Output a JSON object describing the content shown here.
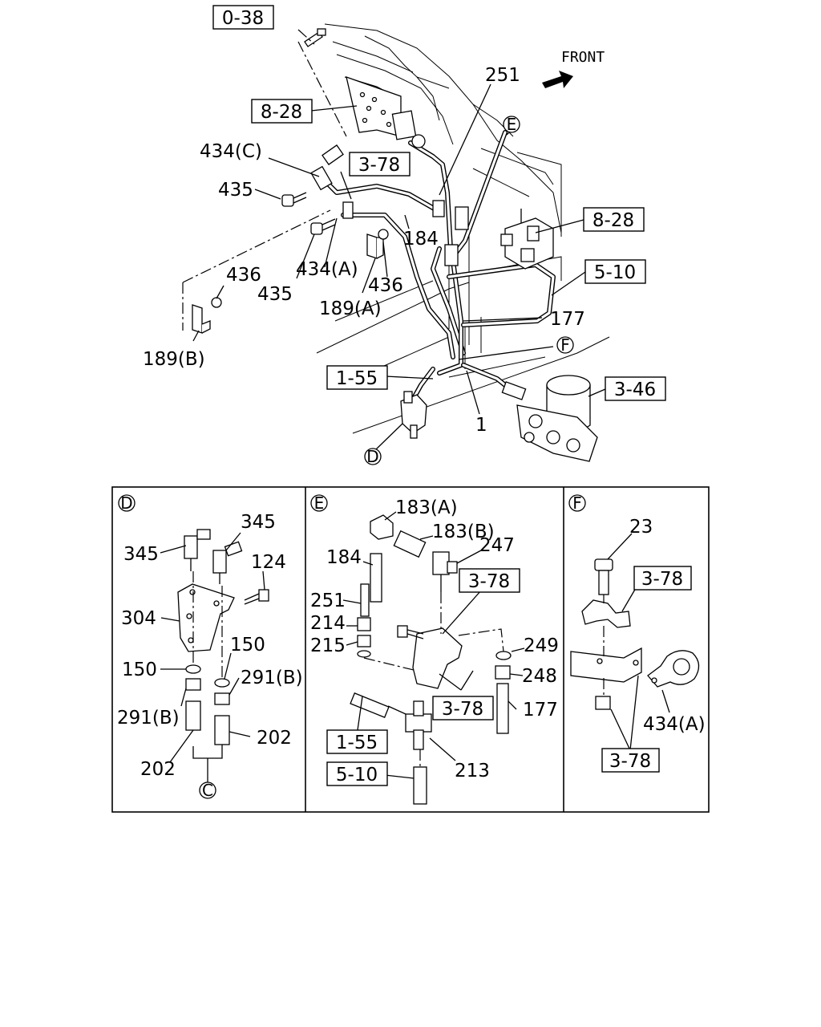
{
  "main": {
    "direction_label": "FRONT",
    "labels": {
      "r_0_38": "0-38",
      "r_8_28_left": "8-28",
      "r_3_78_top": "3-78",
      "r_8_28_right": "8-28",
      "r_5_10": "5-10",
      "r_1_55": "1-55",
      "r_3_46": "3-46",
      "n_251": "251",
      "n_434c": "434(C)",
      "n_435a": "435",
      "n_435b": "435",
      "n_184": "184",
      "n_434a": "434(A)",
      "n_436a": "436",
      "n_436b": "436",
      "n_189a": "189(A)",
      "n_189b": "189(B)",
      "n_177": "177",
      "n_1": "1"
    },
    "callouts": {
      "d": "D",
      "e": "E",
      "f": "F"
    }
  },
  "panel_d": {
    "header": "D",
    "labels": {
      "n_345a": "345",
      "n_345b": "345",
      "n_124": "124",
      "n_304": "304",
      "n_150a": "150",
      "n_150b": "150",
      "n_291b_right": "291(B)",
      "n_291b_left": "291(B)",
      "n_202a": "202",
      "n_202b": "202",
      "c_callout": "C"
    }
  },
  "panel_e": {
    "header": "E",
    "labels": {
      "n_183a": "183(A)",
      "n_183b": "183(B)",
      "n_184": "184",
      "n_247": "247",
      "r_3_78a": "3-78",
      "n_251": "251",
      "n_214": "214",
      "n_215": "215",
      "n_249": "249",
      "n_248": "248",
      "r_3_78b": "3-78",
      "n_177": "177",
      "r_1_55": "1-55",
      "n_213": "213",
      "r_5_10": "5-10"
    }
  },
  "panel_f": {
    "header": "F",
    "labels": {
      "n_23": "23",
      "r_3_78a": "3-78",
      "n_434a": "434(A)",
      "r_3_78b": "3-78"
    }
  }
}
